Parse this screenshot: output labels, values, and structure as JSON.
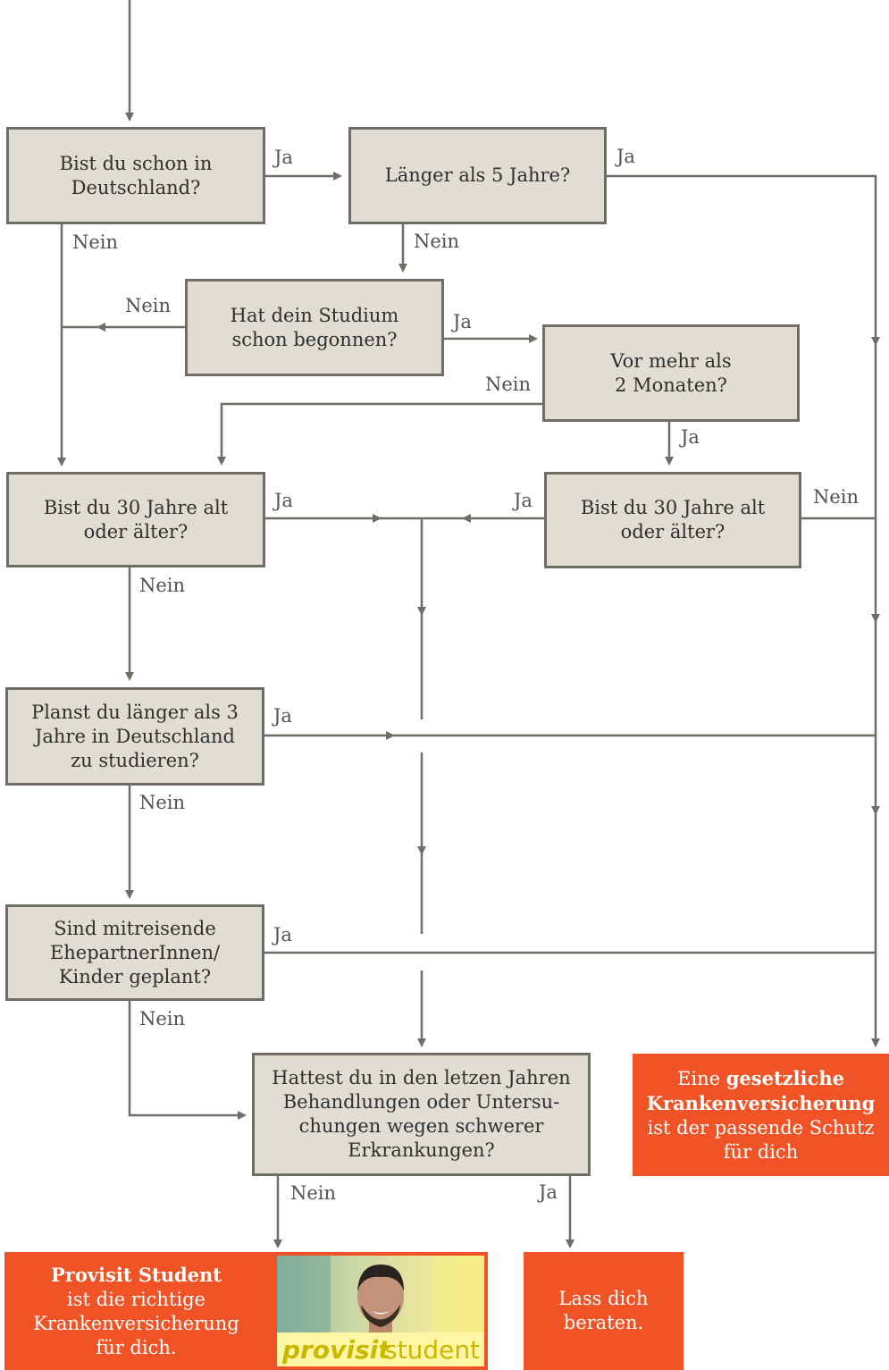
{
  "diagram": {
    "nodes": {
      "q_in_germany": "Bist du schon in\nDeutschland?",
      "q_longer_5_years": "Länger als 5 Jahre?",
      "q_study_started": "Hat dein Studium\nschon begonnen?",
      "q_more_2_months": "Vor mehr als\n2 Monaten?",
      "q_age30_left": "Bist du 30 Jahre alt\noder älter?",
      "q_age30_right": "Bist du 30 Jahre alt\noder älter?",
      "q_longer_3_years": "Planst du länger als 3\nJahre in Deutschland\nzu studieren?",
      "q_family": "Sind mitreisende\nEhepartnerInnen/\nKinder geplant?",
      "q_illness": "Hattest du in den letzen Jahren\nBehandlungen oder Untersu-\nchungen wegen schwerer\nErkrankungen?"
    },
    "labels": {
      "yes": "Ja",
      "no": "Nein"
    },
    "results": {
      "gkv": {
        "line1_pre": "Eine ",
        "line1_bold": "gesetzliche",
        "line2_bold": "Krankenversicherung",
        "line3": "ist der passende Schutz",
        "line4": "für dich"
      },
      "provisit": {
        "line1_bold": "Provisit Student",
        "line2": "ist die richtige",
        "line3": "Krankenversicherung",
        "line4": "für dich."
      },
      "advice": {
        "line1": "Lass dich",
        "line2": "beraten."
      }
    },
    "logo": {
      "word1": "provisit",
      "word2": "student"
    },
    "colors": {
      "box_fill": "#e0ddd3",
      "box_border": "#6f6d66",
      "connector": "#6f6d66",
      "result_fill": "#ef5326",
      "label_text": "#55524d"
    }
  }
}
